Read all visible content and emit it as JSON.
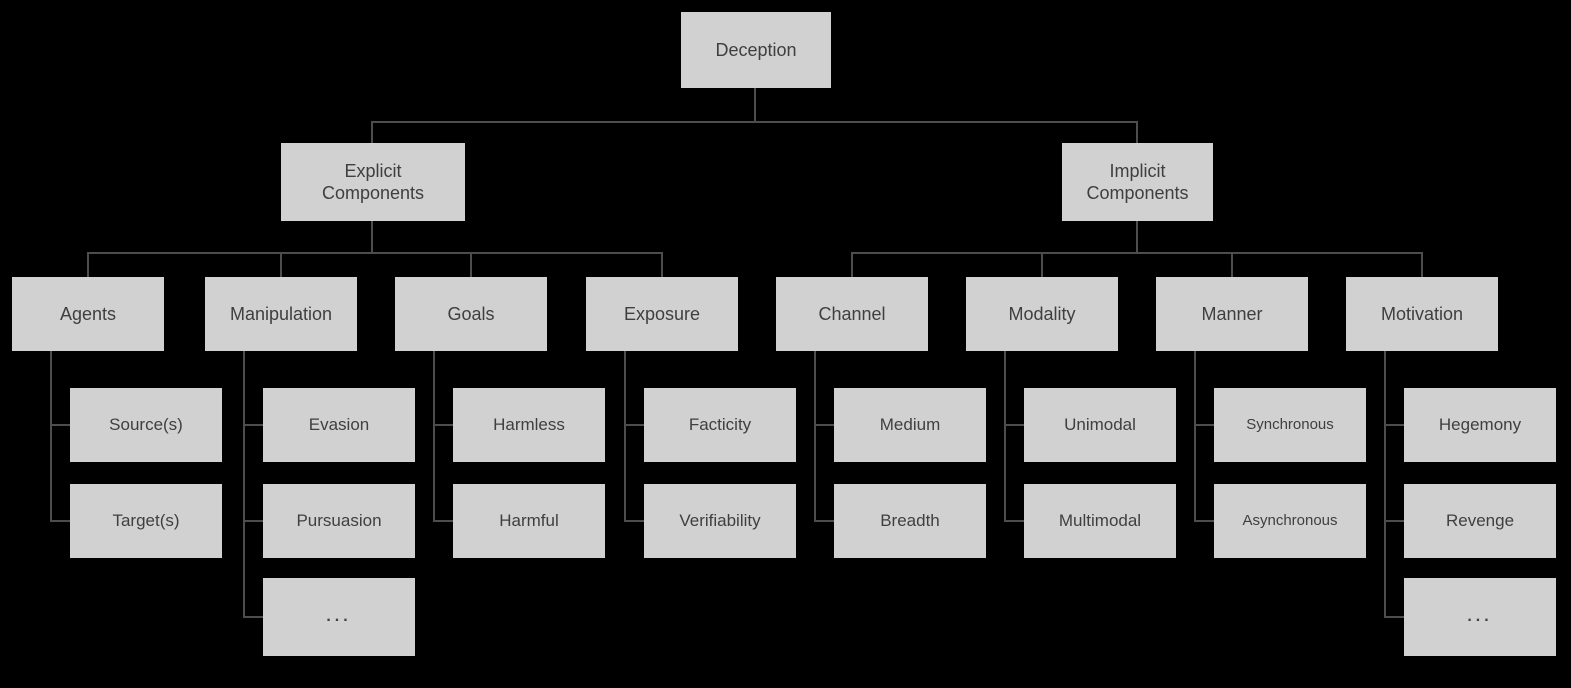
{
  "diagram_title": "Deception",
  "colors": {
    "background": "#000000",
    "box_fill": "#d1d1d1",
    "box_text": "#3f3f3f",
    "line": "#4d4d4d"
  },
  "tree": {
    "root": {
      "label": "Deception"
    },
    "branches": [
      {
        "label": "Explicit Components",
        "children": [
          {
            "label": "Agents",
            "leaves": [
              "Source(s)",
              "Target(s)"
            ]
          },
          {
            "label": "Manipulation",
            "leaves": [
              "Evasion",
              "Pursuasion",
              "..."
            ]
          },
          {
            "label": "Goals",
            "leaves": [
              "Harmless",
              "Harmful"
            ]
          },
          {
            "label": "Exposure",
            "leaves": [
              "Facticity",
              "Verifiability"
            ]
          }
        ]
      },
      {
        "label": "Implicit Components",
        "children": [
          {
            "label": "Channel",
            "leaves": [
              "Medium",
              "Breadth"
            ]
          },
          {
            "label": "Modality",
            "leaves": [
              "Unimodal",
              "Multimodal"
            ]
          },
          {
            "label": "Manner",
            "leaves": [
              "Synchronous",
              "Asynchronous"
            ]
          },
          {
            "label": "Motivation",
            "leaves": [
              "Hegemony",
              "Revenge",
              "..."
            ]
          }
        ]
      }
    ]
  }
}
